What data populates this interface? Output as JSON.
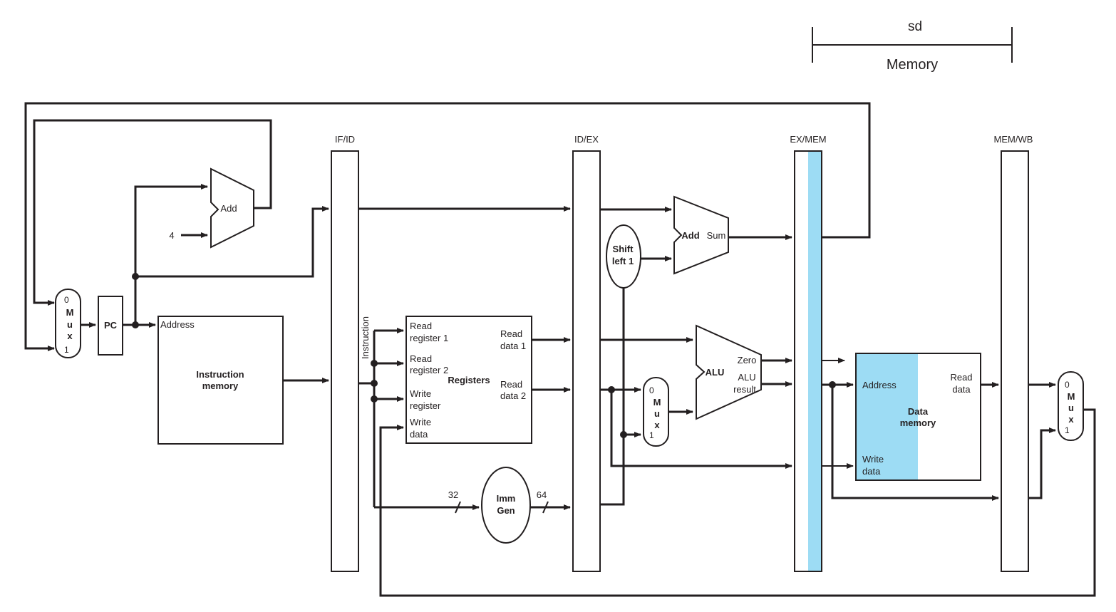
{
  "stage": {
    "instruction": "sd",
    "name": "Memory",
    "name_color": "#1ba1e2"
  },
  "highlight_color": "#9ddcf4",
  "pipeline_registers": {
    "if_id": "IF/ID",
    "id_ex": "ID/EX",
    "ex_mem": "EX/MEM",
    "mem_wb": "MEM/WB"
  },
  "pc": {
    "label": "PC",
    "const_four": "4",
    "add": "Add"
  },
  "mux_labels": {
    "zero": "0",
    "m": "M",
    "u": "u",
    "x": "x",
    "one": "1"
  },
  "instruction_memory": {
    "address": "Address",
    "title_1": "Instruction",
    "title_2": "memory",
    "instruction_label": "Instruction"
  },
  "registers": {
    "title": "Registers",
    "read_register_1_a": "Read",
    "read_register_1_b": "register 1",
    "read_register_2_a": "Read",
    "read_register_2_b": "register 2",
    "write_register_a": "Write",
    "write_register_b": "register",
    "write_data_a": "Write",
    "write_data_b": "data",
    "read_data_1_a": "Read",
    "read_data_1_b": "data 1",
    "read_data_2_a": "Read",
    "read_data_2_b": "data 2"
  },
  "imm_gen": {
    "line_1": "Imm",
    "line_2": "Gen",
    "width_in": "32",
    "width_out": "64"
  },
  "shift": {
    "line_1": "Shift",
    "line_2": "left 1"
  },
  "branch_adder": {
    "add": "Add",
    "sum": "Sum"
  },
  "alu": {
    "title": "ALU",
    "zero": "Zero",
    "result_1": "ALU",
    "result_2": "result"
  },
  "data_memory": {
    "address": "Address",
    "title_1": "Data",
    "title_2": "memory",
    "read_data_1": "Read",
    "read_data_2": "data",
    "write_data_1": "Write",
    "write_data_2": "data"
  }
}
